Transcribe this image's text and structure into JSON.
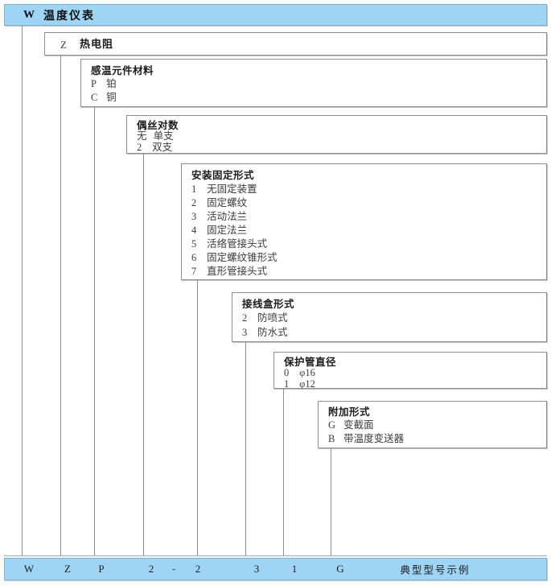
{
  "diagram": {
    "title_bar": {
      "code": "W",
      "label": "温度仪表"
    },
    "accent_color": "#9ed5f5",
    "border_color": "#8e8e8e",
    "levels": [
      {
        "name": "instrument-type",
        "head": "",
        "code": "Z",
        "label": "热电阻",
        "options": []
      },
      {
        "name": "sensing-element-material",
        "head": "感温元件材料",
        "options": [
          {
            "code": "P",
            "text": "铂"
          },
          {
            "code": "C",
            "text": "铜"
          }
        ]
      },
      {
        "name": "wire-pair-count",
        "head": "偶丝对数",
        "options": [
          {
            "code": "无",
            "text": "单支"
          },
          {
            "code": "2",
            "text": "双支"
          }
        ]
      },
      {
        "name": "mounting-fixing-type",
        "head": "安装固定形式",
        "options": [
          {
            "code": "1",
            "text": "无固定装置"
          },
          {
            "code": "2",
            "text": "固定螺纹"
          },
          {
            "code": "3",
            "text": "活动法兰"
          },
          {
            "code": "4",
            "text": "固定法兰"
          },
          {
            "code": "5",
            "text": "活络管接头式"
          },
          {
            "code": "6",
            "text": "固定螺纹锥形式"
          },
          {
            "code": "7",
            "text": "直形管接头式"
          }
        ]
      },
      {
        "name": "junction-box-type",
        "head": "接线盒形式",
        "options": [
          {
            "code": "2",
            "text": "防喷式"
          },
          {
            "code": "3",
            "text": "防水式"
          }
        ]
      },
      {
        "name": "protection-tube-diameter",
        "head": "保护管直径",
        "options": [
          {
            "code": "0",
            "text": "φ16"
          },
          {
            "code": "1",
            "text": "φ12"
          }
        ]
      },
      {
        "name": "additional-type",
        "head": "附加形式",
        "options": [
          {
            "code": "G",
            "text": "变截面"
          },
          {
            "code": "B",
            "text": "带温度变送器"
          }
        ]
      }
    ],
    "summary": {
      "cells": [
        "W",
        "Z",
        "P",
        "2",
        "-",
        "2",
        "3",
        "1",
        "G"
      ],
      "note": "典型型号示例"
    }
  }
}
